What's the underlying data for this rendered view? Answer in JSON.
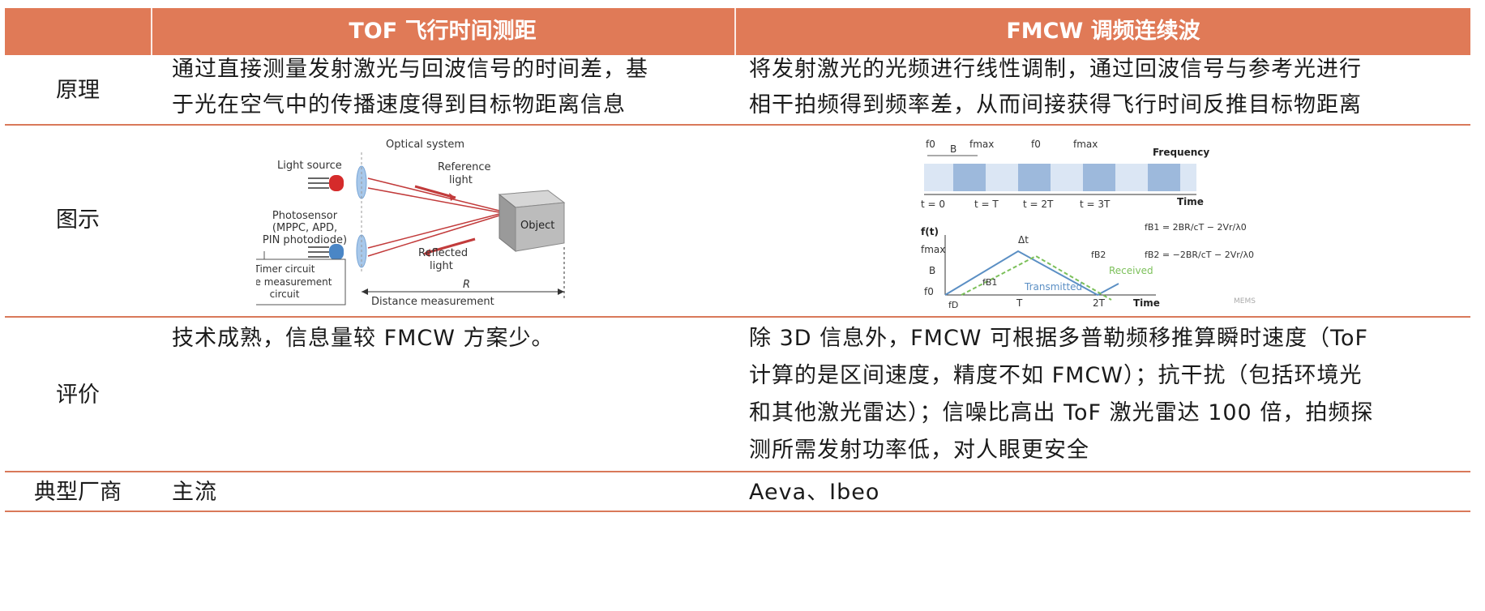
{
  "header": {
    "col_left": "TOF 飞行时间测距",
    "col_right": "FMCW 调频连续波"
  },
  "rows": {
    "principle": {
      "label": "原理",
      "tof_line1": "通过直接测量发射激光与回波信号的时间差，基",
      "tof_line2": "于光在空气中的传播速度得到目标物距离信息",
      "fmcw_line1": "将发射激光的光频进行线性调制，通过回波信号与参考光进行",
      "fmcw_line2": "相干拍频得到频率差，从而间接获得飞行时间反推目标物距离"
    },
    "diagram": {
      "label": "图示"
    },
    "evaluation": {
      "label": "评价",
      "tof_text": "技术成熟，信息量较 FMCW 方案少。",
      "fmcw_line1": "除 3D 信息外，FMCW 可根据多普勒频移推算瞬时速度（ToF",
      "fmcw_line2": "计算的是区间速度，精度不如 FMCW）；抗干扰（包括环境光",
      "fmcw_line3": "和其他激光雷达）；信噪比高出 ToF 激光雷达 100 倍，拍频探",
      "fmcw_line4": "测所需发射功率低，对人眼更安全"
    },
    "vendors": {
      "label": "典型厂商",
      "tof": "主流",
      "fmcw": "Aeva、Ibeo"
    }
  },
  "tof_diagram": {
    "optical_system": "Optical system",
    "light_source": "Light source",
    "reference_light_1": "Reference",
    "reference_light_2": "light",
    "photosensor_1": "Photosensor",
    "photosensor_2": "(MPPC, APD,",
    "photosensor_3": "PIN photodiode)",
    "object": "Object",
    "reflected_1": "Reflected",
    "reflected_2": "light",
    "timer_1": "Timer circuit",
    "timer_2": "Time measurement",
    "timer_3": "circuit",
    "r_label": "R",
    "distance": "Distance measurement"
  },
  "fmcw_diagram": {
    "f0": "f0",
    "B": "B",
    "fmax": "fmax",
    "frequency": "Frequency",
    "t0": "t = 0",
    "tT": "t = T",
    "t2T": "t = 2T",
    "t3T": "t = 3T",
    "time": "Time",
    "ft": "f(t)",
    "dt": "Δt",
    "fb1": "fB1",
    "fb2": "fB2",
    "received": "Received",
    "transmitted": "Transmitted",
    "fD": "fD",
    "T": "T",
    "2T": "2T",
    "time2": "Time",
    "eq1": "fB1 = 2BR/cT − 2Vr/λ0",
    "eq2": "fB2 = −2BR/cT − 2Vr/λ0",
    "mems": "MEMS",
    "colors": {
      "transmitted": "#5b8fc4",
      "received": "#7cc05a"
    }
  }
}
